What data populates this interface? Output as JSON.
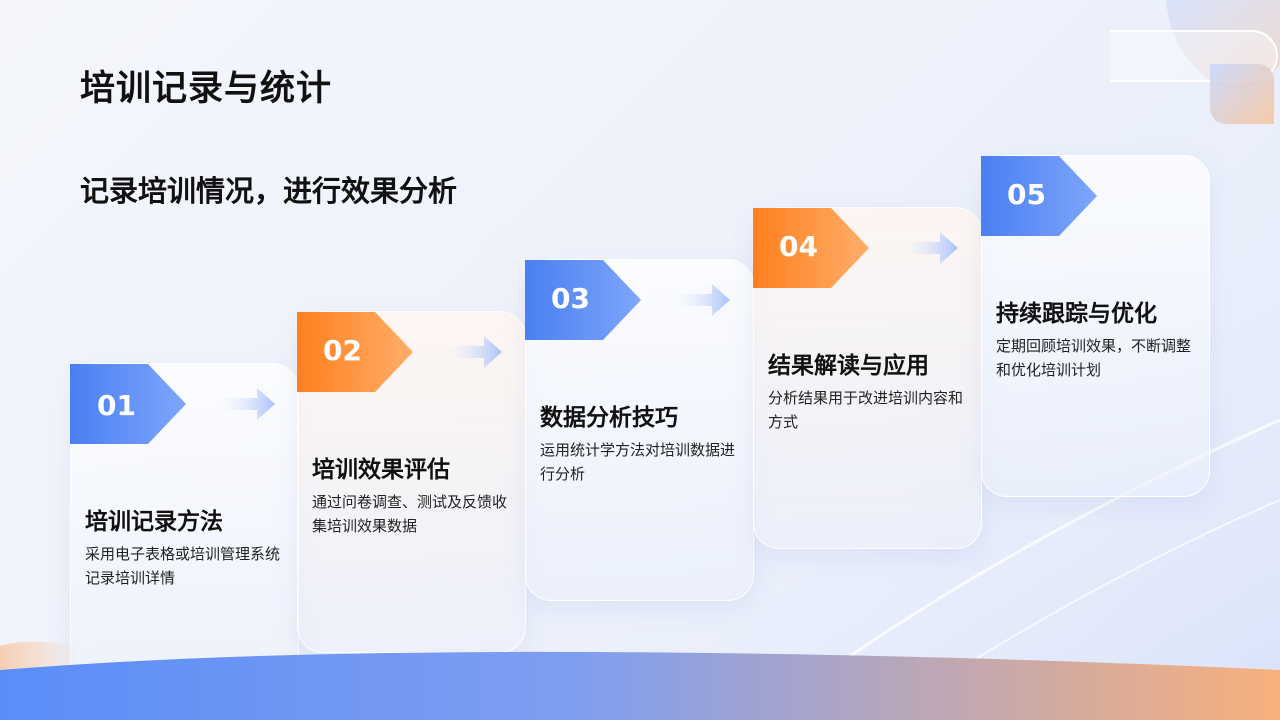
{
  "slide": {
    "title": "培训记录与统计",
    "subtitle": "记录培训情况，进行效果分析"
  },
  "colors": {
    "blue": "#5b8df5",
    "orange": "#ff8a2a",
    "text": "#111111"
  },
  "steps": [
    {
      "number": "01",
      "title": "培训记录方法",
      "description": "采用电子表格或培训管理系统记录培训详情",
      "accent": "blue"
    },
    {
      "number": "02",
      "title": "培训效果评估",
      "description": "通过问卷调查、测试及反馈收集培训效果数据",
      "accent": "orange"
    },
    {
      "number": "03",
      "title": "数据分析技巧",
      "description": "运用统计学方法对培训数据进行分析",
      "accent": "blue"
    },
    {
      "number": "04",
      "title": "结果解读与应用",
      "description": "分析结果用于改进培训内容和方式",
      "accent": "orange"
    },
    {
      "number": "05",
      "title": "持续跟踪与优化",
      "description": "定期回顾培训效果，不断调整和优化培训计划",
      "accent": "blue"
    }
  ]
}
